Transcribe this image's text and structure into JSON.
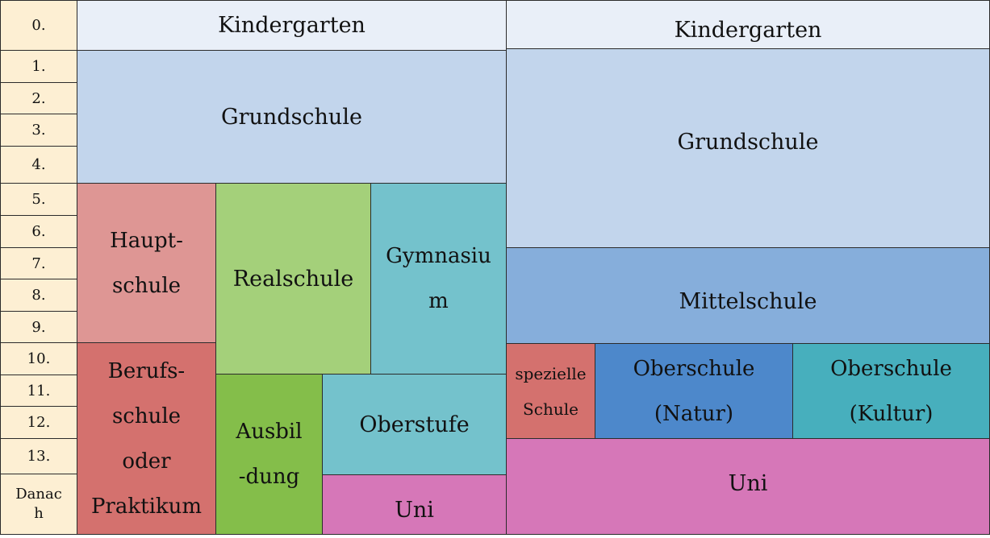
{
  "grades": [
    "0.",
    "1.",
    "2.",
    "3.",
    "4.",
    "5.",
    "6.",
    "7.",
    "8.",
    "9.",
    "10.",
    "11.",
    "12.",
    "13.",
    "Danac\nh"
  ],
  "left": {
    "kindergarten": "Kindergarten",
    "grundschule": "Grundschule",
    "hauptschule": "Haupt-\nschule",
    "realschule": "Realschule",
    "gymnasium": "Gymnasiu\nm",
    "berufsschule": "Berufs-\nschule\noder\nPraktikum",
    "ausbildung": "Ausbil\n-dung",
    "oberstufe": "Oberstufe",
    "uni": "Uni"
  },
  "right": {
    "kindergarten": "Kindergarten",
    "grundschule": "Grundschule",
    "mittelschule": "Mittelschule",
    "spezielle_schule": "spezielle\nSchule",
    "oberschule_natur": "Oberschule\n(Natur)",
    "oberschule_kultur": "Oberschule\n(Kultur)",
    "uni": "Uni"
  },
  "colors": {
    "grade_bg": "#fdefd3",
    "kindergarten": "#e9eff8",
    "grundschule": "#c2d5ec",
    "hauptschule": "#de9694",
    "realschule": "#a4d07a",
    "gymnasium": "#74c2cc",
    "berufsschule": "#d4716e",
    "ausbildung": "#84be4a",
    "oberstufe": "#74c2cc",
    "uni": "#d677b8",
    "mittelschule": "#86aedb",
    "spezielle_schule": "#d4716e",
    "oberschule_natur": "#4d88cb",
    "oberschule_kultur": "#47afbd"
  }
}
